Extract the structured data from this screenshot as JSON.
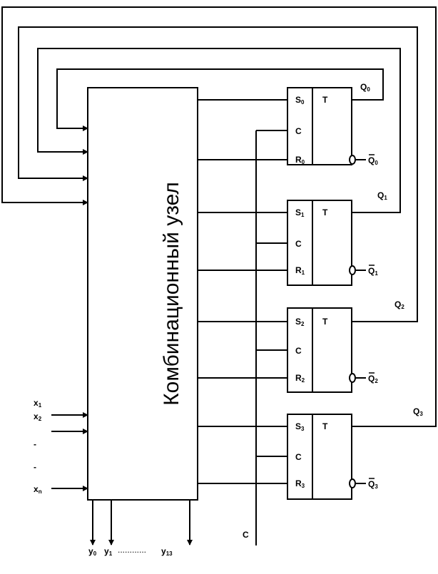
{
  "combinational_block": {
    "label": "Комбинационный узел"
  },
  "flip_flops": [
    {
      "type": "T",
      "s": {
        "main": "S",
        "sub": "0"
      },
      "c": "C",
      "r": {
        "main": "R",
        "sub": "0"
      },
      "q": {
        "main": "Q",
        "sub": "0"
      },
      "nq": {
        "main": "Q",
        "sub": "0"
      }
    },
    {
      "type": "T",
      "s": {
        "main": "S",
        "sub": "1"
      },
      "c": "C",
      "r": {
        "main": "R",
        "sub": "1"
      },
      "q": {
        "main": "Q",
        "sub": "1"
      },
      "nq": {
        "main": "Q",
        "sub": "1"
      }
    },
    {
      "type": "T",
      "s": {
        "main": "S",
        "sub": "2"
      },
      "c": "C",
      "r": {
        "main": "R",
        "sub": "2"
      },
      "q": {
        "main": "Q",
        "sub": "2"
      },
      "nq": {
        "main": "Q",
        "sub": "2"
      }
    },
    {
      "type": "T",
      "s": {
        "main": "S",
        "sub": "3"
      },
      "c": "C",
      "r": {
        "main": "R",
        "sub": "3"
      },
      "q": {
        "main": "Q",
        "sub": "3"
      },
      "nq": {
        "main": "Q",
        "sub": "3"
      }
    }
  ],
  "inputs": [
    {
      "main": "x",
      "sub": "1"
    },
    {
      "main": "x",
      "sub": "2"
    },
    {
      "main": "-",
      "sub": ""
    },
    {
      "main": "-",
      "sub": ""
    },
    {
      "main": "x",
      "sub": "n"
    }
  ],
  "outputs": [
    {
      "main": "y",
      "sub": "0"
    },
    {
      "main": "y",
      "sub": "1"
    },
    {
      "main": "y",
      "sub": "13"
    }
  ],
  "outputs_ellipsis": "............",
  "clock_label": "C"
}
